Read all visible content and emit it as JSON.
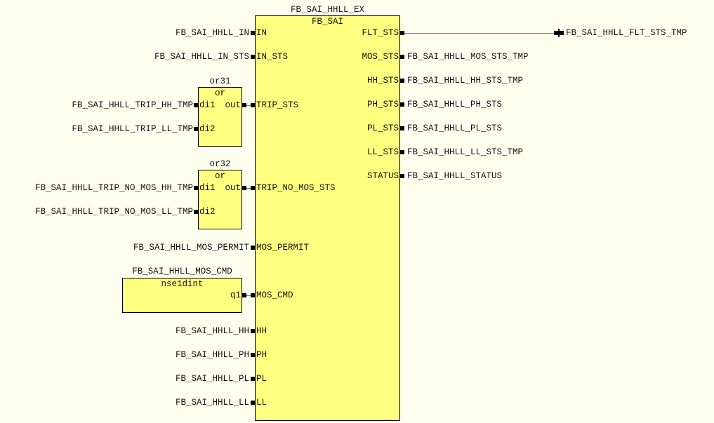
{
  "main_block": {
    "instance": "FB_SAI_HHLL_EX",
    "type": "FB_SAI",
    "inputs": [
      "IN",
      "IN_STS",
      "TRIP_STS",
      "TRIP_NO_MOS_STS",
      "MOS_PERMIT",
      "MOS_CMD",
      "HH",
      "PH",
      "PL",
      "LL"
    ],
    "outputs": [
      "FLT_STS",
      "MOS_STS",
      "HH_STS",
      "PH_STS",
      "PL_STS",
      "LL_STS",
      "STATUS"
    ]
  },
  "input_vars": {
    "in": "FB_SAI_HHLL_IN",
    "in_sts": "FB_SAI_HHLL_IN_STS",
    "mos_permit": "FB_SAI_HHLL_MOS_PERMIT",
    "hh": "FB_SAI_HHLL_HH",
    "ph": "FB_SAI_HHLL_PH",
    "pl": "FB_SAI_HHLL_PL",
    "ll": "FB_SAI_HHLL_LL"
  },
  "output_vars": [
    "FB_SAI_HHLL_FLT_STS_TMP",
    "FB_SAI_HHLL_MOS_STS_TMP",
    "FB_SAI_HHLL_HH_STS_TMP",
    "FB_SAI_HHLL_PH_STS",
    "FB_SAI_HHLL_PL_STS",
    "FB_SAI_HHLL_LL_STS_TMP",
    "FB_SAI_HHLL_STATUS"
  ],
  "or31": {
    "instance": "or31",
    "type": "or",
    "in1": "di1",
    "in2": "di2",
    "out": "out",
    "var1": "FB_SAI_HHLL_TRIP_HH_TMP",
    "var2": "FB_SAI_HHLL_TRIP_LL_TMP"
  },
  "or32": {
    "instance": "or32",
    "type": "or",
    "in1": "di1",
    "in2": "di2",
    "out": "out",
    "var1": "FB_SAI_HHLL_TRIP_NO_MOS_HH_TMP",
    "var2": "FB_SAI_HHLL_TRIP_NO_MOS_LL_TMP"
  },
  "nse": {
    "instance": "FB_SAI_HHLL_MOS_CMD",
    "type": "nse1dint",
    "out": "q1"
  }
}
